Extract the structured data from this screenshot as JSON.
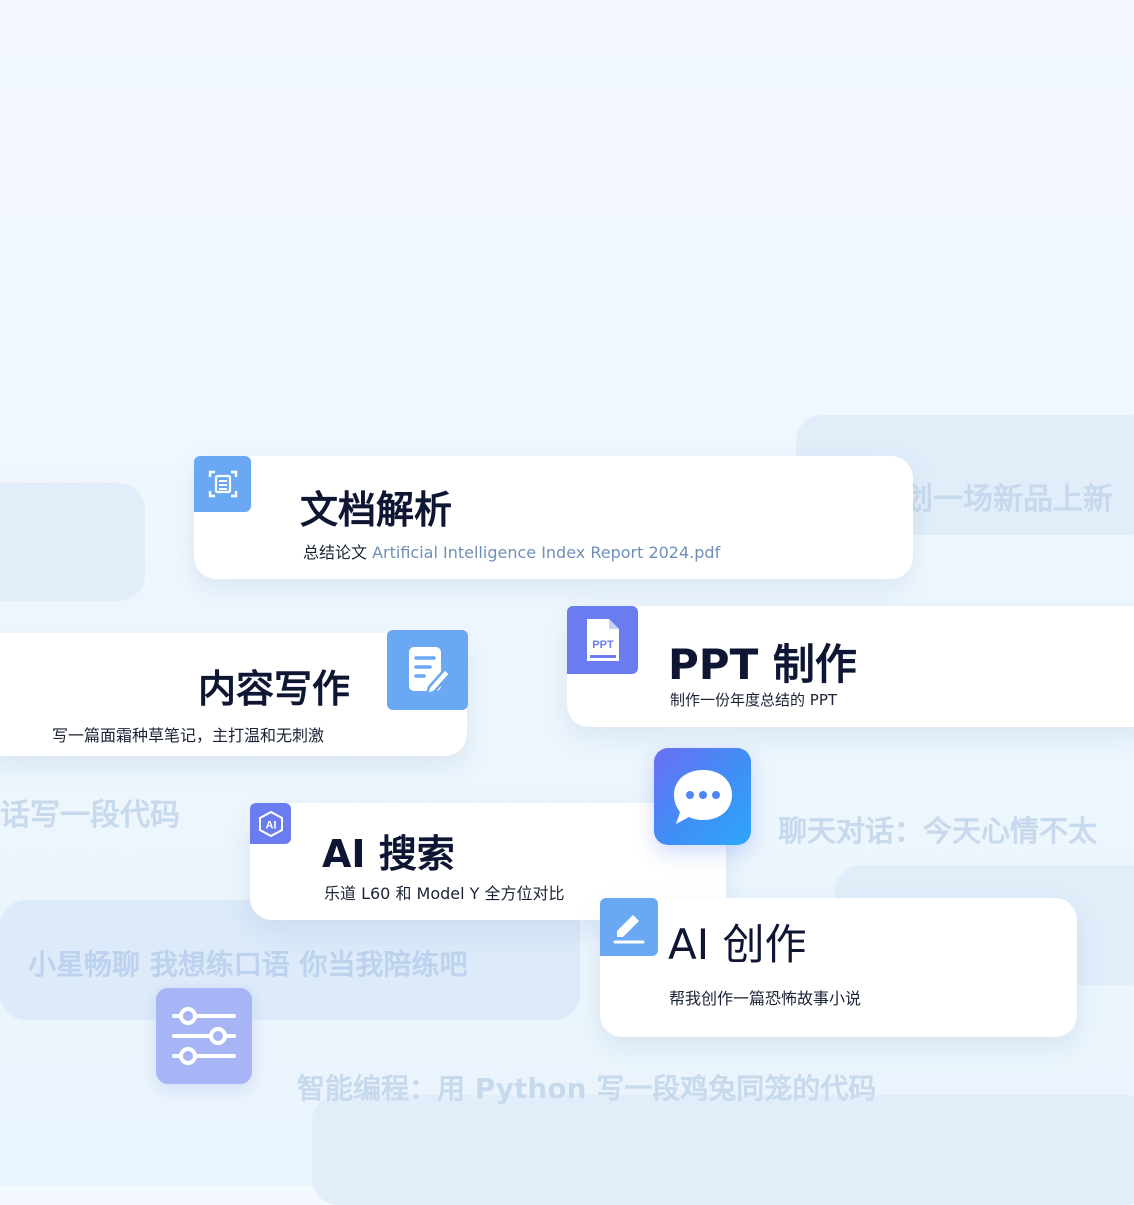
{
  "cards": {
    "doc": {
      "title": "文档解析",
      "sub_prefix": "总结论文",
      "sub_file": "Artificial Intelligence Index Report 2024.pdf",
      "icon": "document-scan-icon"
    },
    "ppt": {
      "title": "PPT 制作",
      "sub": "制作一份年度总结的 PPT",
      "icon": "ppt-file-icon",
      "icon_label": "PPT"
    },
    "write": {
      "title": "内容写作",
      "sub": "写一篇面霜种草笔记，主打温和无刺激",
      "icon": "note-edit-icon"
    },
    "search": {
      "title": "AI 搜索",
      "sub": "乐道 L60 和 Model Y 全方位对比",
      "icon": "ai-badge-icon",
      "icon_label": "AI"
    },
    "create": {
      "title": "AI 创作",
      "sub": "帮我创作一篇恐怖故事小说",
      "icon": "pencil-icon"
    }
  },
  "bg_texts": {
    "top_right": "划一场新品上新",
    "left_code": "话写一段代码",
    "chat": "聊天对话：今天心情不太",
    "practice": "小星畅聊  我想练口语  你当我陪练吧",
    "coding": "智能编程：用 Python 写一段鸡兔同笼的代码"
  },
  "icons": {
    "chat": "chat-bubble-icon",
    "settings": "sliders-icon"
  },
  "colors": {
    "accent_blue": "#6aa8f3",
    "accent_purple": "#6a7cf0",
    "title": "#0e1633",
    "highlight": "#6f8fb8"
  }
}
